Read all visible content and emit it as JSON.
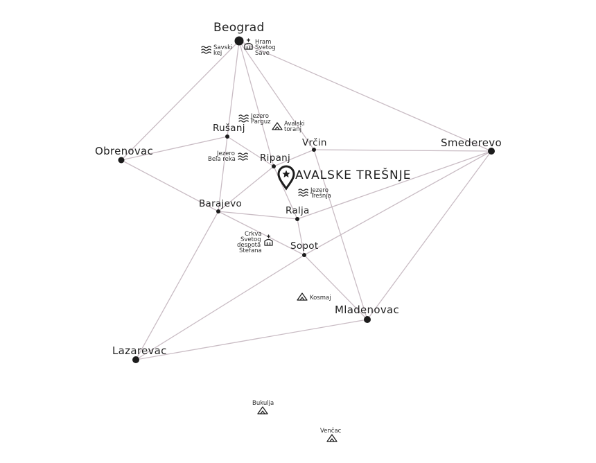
{
  "destination": {
    "label": "AVALSKE TREŠNJE"
  },
  "cities": {
    "beograd": "Beograd",
    "obrenovac": "Obrenovac",
    "smederevo": "Smederevo",
    "lazarevac": "Lazarevac",
    "mladenovac": "Mladenovac",
    "rusanj": "Rušanj",
    "ripanj": "Ripanj",
    "vrcin": "Vrčin",
    "barajevo": "Barajevo",
    "ralja": "Ralja",
    "sopot": "Sopot"
  },
  "landmarks": {
    "hram": [
      "Hram",
      "Svetog",
      "Save"
    ],
    "savski_kej": [
      "Savski",
      "kej"
    ],
    "jezero_pariguz": [
      "Jezero",
      "Parguz"
    ],
    "avalski_toranj": [
      "Avalski",
      "toranj"
    ],
    "jezero_bela_reka": [
      "Jezero",
      "Bela reka"
    ],
    "jezero_tresnja": [
      "Jezero",
      "Trešnja"
    ],
    "crkva": [
      "Crkva",
      "Svetog",
      "despota",
      "Stefana"
    ],
    "kosmaj": "Kosmaj",
    "bukulja": "Bukulja",
    "vencac": "Venčac"
  },
  "icons": {
    "church": "church-icon",
    "water": "water-waves-icon",
    "mountain": "mountain-icon",
    "destination": "map-pin-star-icon"
  },
  "colors": {
    "road": "#c9bcc4",
    "node": "#1c1c1c",
    "text": "#1f1f1f"
  }
}
